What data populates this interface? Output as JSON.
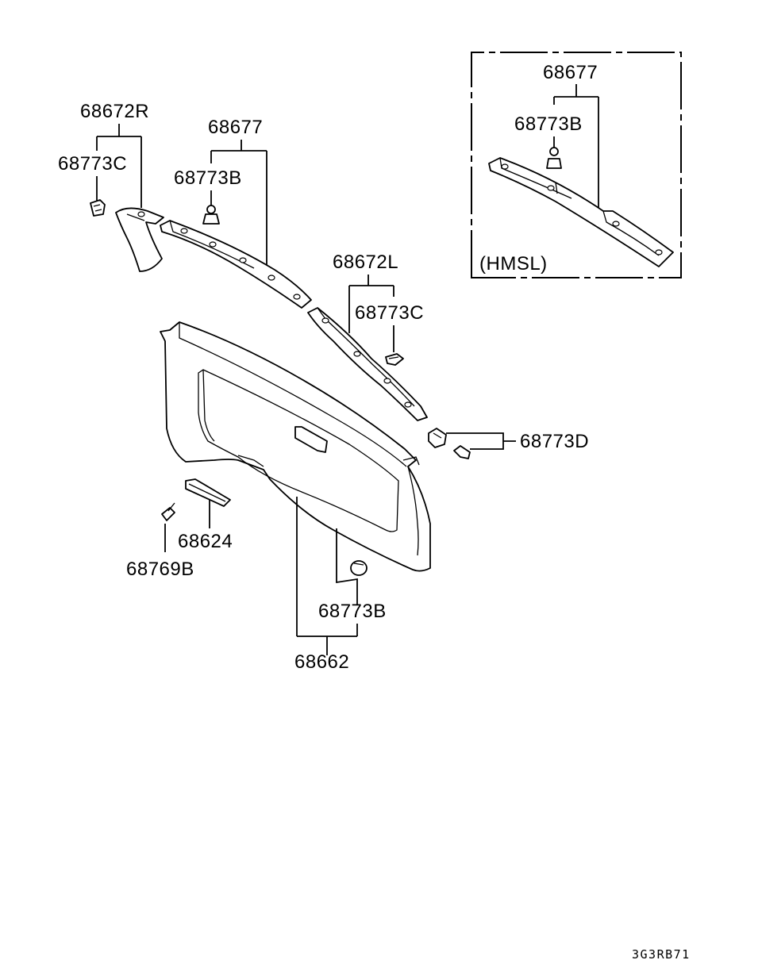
{
  "labels": {
    "p68672R": "68672R",
    "p68773C_left": "68773C",
    "p68677_main": "68677",
    "p68773B_top": "68773B",
    "p68672L": "68672L",
    "p68773C_right": "68773C",
    "p68773D": "68773D",
    "p68624": "68624",
    "p68769B": "68769B",
    "p68773B_bottom": "68773B",
    "p68662": "68662",
    "inset_68677": "68677",
    "inset_68773B": "68773B",
    "inset_caption": "(HMSL)"
  },
  "diagram_code": "3G3RB71"
}
